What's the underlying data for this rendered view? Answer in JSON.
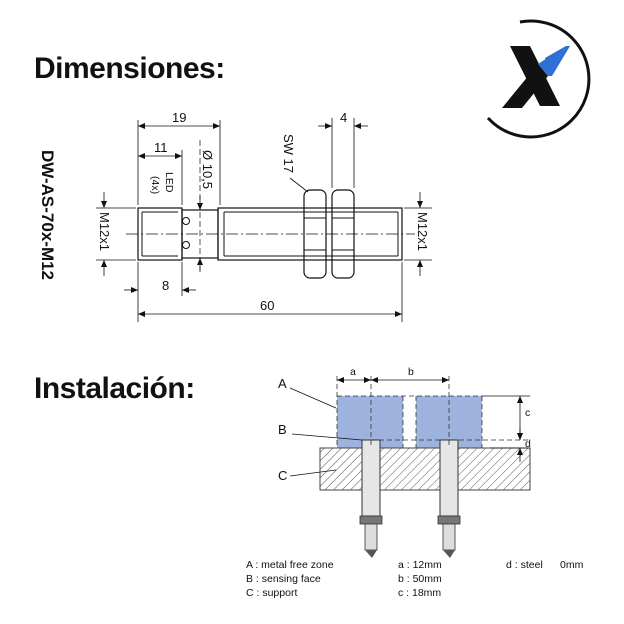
{
  "titles": {
    "dimensions": "Dimensiones:",
    "installation": "Instalación:"
  },
  "model": "DW-AS-70x-M12",
  "logo_colors": {
    "blue": "#2e6fd6",
    "dark": "#111111"
  },
  "drawing": {
    "dim_19": "19",
    "dim_11": "11",
    "dim_4": "4",
    "diameter": "Ø 10,5",
    "led": "LED",
    "led_count": "(4x)",
    "sw": "SW 17",
    "thread_left": "M12x1",
    "thread_right": "M12x1",
    "dim_8": "8",
    "dim_60": "60"
  },
  "installation": {
    "label_a": "A",
    "label_b": "B",
    "label_c": "C",
    "dim_a": "a",
    "dim_b": "b",
    "dim_c": "c",
    "dim_d": "d",
    "zone_color": "#9db3dd"
  },
  "legend": {
    "a_key": "A : metal free zone",
    "b_key": "B : sensing face",
    "c_key": "C : support",
    "a_val": "a :  12mm",
    "b_val": "b :  50mm",
    "c_val": "c :  18mm",
    "d_key": "d : steel",
    "d_val": "0mm"
  }
}
